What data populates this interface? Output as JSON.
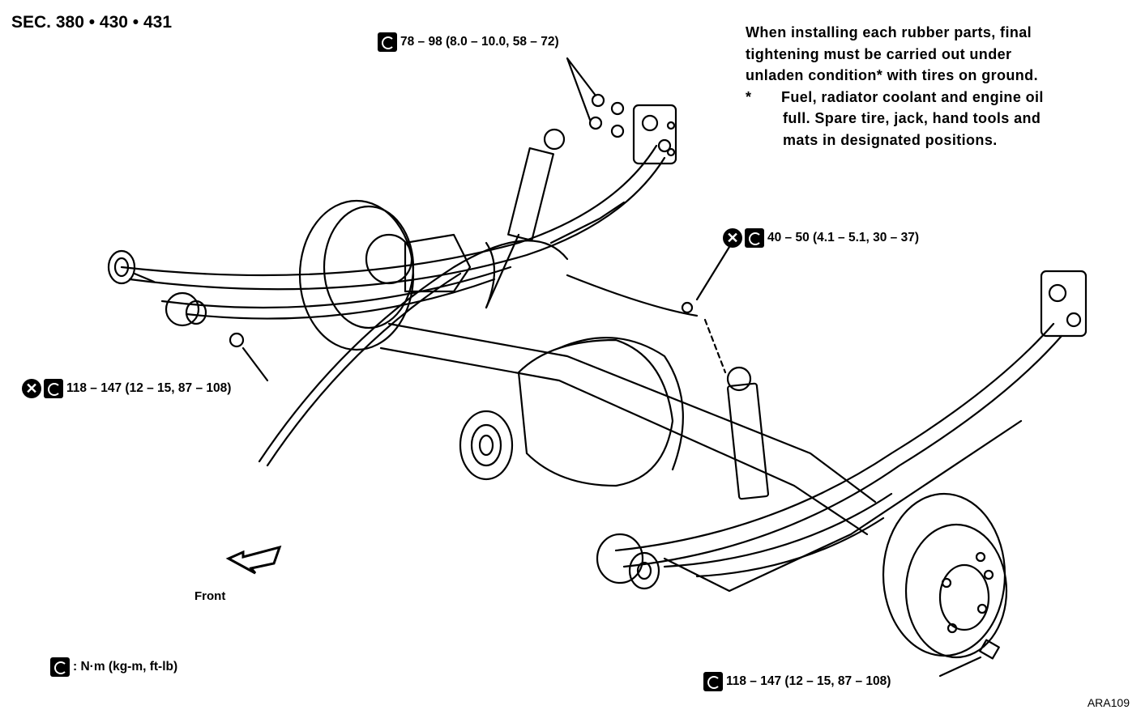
{
  "section": "SEC. 380 • 430 • 431",
  "note": {
    "lines": [
      "When installing each rubber parts, final",
      "tightening must be carried out under",
      "unladen condition* with tires on ground."
    ],
    "footnote_mark": "*",
    "footnote_lines": [
      "Fuel, radiator coolant and engine oil",
      "full. Spare tire, jack, hand tools and",
      "mats in designated positions."
    ]
  },
  "torque_labels": {
    "shackle_nuts": "78 – 98 (8.0 – 10.0, 58 – 72)",
    "shock_upper_nut": "40 – 50 (4.1 – 5.1, 30 – 37)",
    "front_eye_bolt": "118 – 147 (12 – 15, 87 – 108)",
    "wheel_nut": "118 – 147 (12 – 15, 87 – 108)"
  },
  "legend": ": N·m (kg-m, ft-lb)",
  "front_label": "Front",
  "figure_code": "ARA109",
  "icons": {
    "torque": "torque-wrench-icon",
    "replace": "do-not-reuse-icon"
  }
}
